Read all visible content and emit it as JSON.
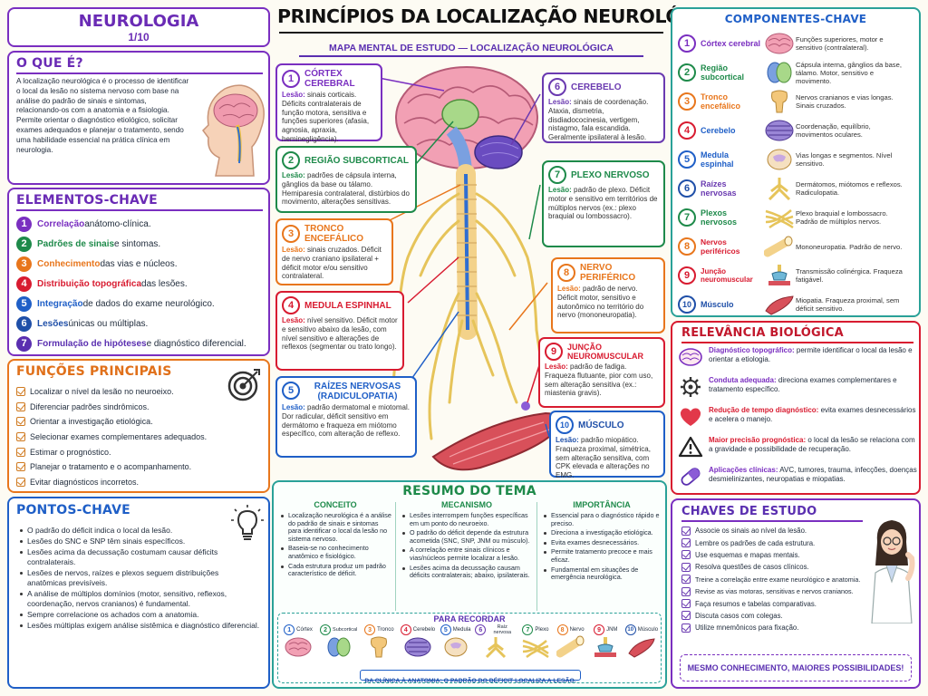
{
  "header": {
    "main_title": "PRINCÍPIOS DA LOCALIZAÇÃO NEUROLÓGICA",
    "subtitle": "MAPA MENTAL DE ESTUDO — LOCALIZAÇÃO NEUROLÓGICA",
    "series": "NEUROLOGIA",
    "page": "1/10"
  },
  "oque": {
    "title": "O QUE É?",
    "text": "A localização neurológica é o processo de identificar o local da lesão no sistema nervoso com base na análise do padrão de sinais e sintomas, relacionando-os com a anatomia e a fisiologia. Permite orientar o diagnóstico etiológico, solicitar exames adequados e planejar o tratamento, sendo uma habilidade essencial na prática clínica em neurologia."
  },
  "elementos": {
    "title": "ELEMENTOS-CHAVE",
    "items": [
      {
        "n": "1",
        "bold": "Correlação",
        "rest": " anátomo-clínica."
      },
      {
        "n": "2",
        "bold": "Padrões de sinais",
        "rest": " e sintomas."
      },
      {
        "n": "3",
        "bold": "Conhecimento",
        "rest": " das vias e núcleos."
      },
      {
        "n": "4",
        "bold": "Distribuição topográfica",
        "rest": " das lesões."
      },
      {
        "n": "5",
        "bold": "Integração",
        "rest": " de dados do exame neurológico."
      },
      {
        "n": "6",
        "bold": "Lesões",
        "rest": " únicas ou múltiplas."
      },
      {
        "n": "7",
        "bold": "Formulação de hipóteses",
        "rest": " e diagnóstico diferencial."
      }
    ]
  },
  "funcoes": {
    "title": "FUNÇÕES PRINCIPAIS",
    "items": [
      "Localizar o nível da lesão no neuroeixo.",
      "Diferenciar padrões sindrômicos.",
      "Orientar a investigação etiológica.",
      "Selecionar exames complementares adequados.",
      "Estimar o prognóstico.",
      "Planejar o tratamento e o acompanhamento.",
      "Evitar diagnósticos incorretos."
    ]
  },
  "pontos": {
    "title": "PONTOS-CHAVE",
    "items": [
      "O padrão do déficit indica o local da lesão.",
      "Lesões do SNC e SNP têm sinais específicos.",
      "Lesões acima da decussação costumam causar déficits contralaterais.",
      "Lesões de nervos, raízes e plexos seguem distribuições anatômicas previsíveis.",
      "A análise de múltiplos domínios (motor, sensitivo, reflexos, coordenação, nervos cranianos) é fundamental.",
      "Sempre correlacione os achados com a anatomia.",
      "Lesões múltiplas exigem análise sistêmica e diagnóstico diferencial."
    ]
  },
  "callouts": [
    {
      "n": "1",
      "title": "CÓRTEX CEREBRAL",
      "lesao": "Lesão:",
      "text": " sinais corticais. Déficits contralaterais de função motora, sensitiva e funções superiores (afasia, agnosia, apraxia, heminegligência)."
    },
    {
      "n": "2",
      "title": "REGIÃO SUBCORTICAL",
      "lesao": "Lesão:",
      "text": " padrões de cápsula interna, gânglios da base ou tálamo. Hemiparesia contralateral, distúrbios do movimento, alterações sensitivas."
    },
    {
      "n": "3",
      "title": "TRONCO ENCEFÁLICO",
      "lesao": "Lesão:",
      "text": " sinais cruzados. Déficit de nervo craniano ipsilateral + déficit motor e/ou sensitivo contralateral."
    },
    {
      "n": "4",
      "title": "MEDULA ESPINHAL",
      "lesao": "Lesão:",
      "text": " nível sensitivo. Déficit motor e sensitivo abaixo da lesão, com nível sensitivo e alterações de reflexos (segmentar ou trato longo)."
    },
    {
      "n": "5",
      "title": "RAÍZES NERVOSAS (RADICULOPATIA)",
      "lesao": "Lesão:",
      "text": " padrão dermatomal e miotomal. Dor radicular, déficit sensitivo em dermátomo e fraqueza em miótomo específico, com alteração de reflexo."
    },
    {
      "n": "6",
      "title": "CEREBELO",
      "lesao": "Lesão:",
      "text": " sinais de coordenação. Ataxia, dismetria, disdiadococinesia, vertigem, nistagmo, fala escandida. Geralmente ipsilateral à lesão."
    },
    {
      "n": "7",
      "title": "PLEXO NERVOSO",
      "lesao": "Lesão:",
      "text": " padrão de plexo. Déficit motor e sensitivo em territórios de múltiplos nervos (ex.: plexo braquial ou lombossacro)."
    },
    {
      "n": "8",
      "title": "NERVO PERIFÉRICO",
      "lesao": "Lesão:",
      "text": " padrão de nervo. Déficit motor, sensitivo e autonômico no território do nervo (mononeuropatia)."
    },
    {
      "n": "9",
      "title": "JUNÇÃO NEUROMUSCULAR",
      "lesao": "Lesão:",
      "text": " padrão de fadiga. Fraqueza flutuante, pior com uso, sem alteração sensitiva (ex.: miastenia gravis)."
    },
    {
      "n": "10",
      "title": "MÚSCULO",
      "lesao": "Lesão:",
      "text": " padrão miopático. Fraqueza proximal, simétrica, sem alteração sensitiva, com CPK elevada e alterações no EMG."
    }
  ],
  "componentes": {
    "title": "COMPONENTES-CHAVE",
    "items": [
      {
        "n": "1",
        "name": "Córtex cerebral",
        "desc": "Funções superiores, motor e sensitivo (contralateral)."
      },
      {
        "n": "2",
        "name": "Região subcortical",
        "desc": "Cápsula interna, gânglios da base, tálamo. Motor, sensitivo e movimento."
      },
      {
        "n": "3",
        "name": "Tronco encefálico",
        "desc": "Nervos cranianos e vias longas. Sinais cruzados."
      },
      {
        "n": "4",
        "name": "Cerebelo",
        "desc": "Coordenação, equilíbrio, movimentos oculares."
      },
      {
        "n": "5",
        "name": "Medula espinhal",
        "desc": "Vias longas e segmentos. Nível sensitivo."
      },
      {
        "n": "6",
        "name": "Raízes nervosas",
        "desc": "Dermátomos, miótomos e reflexos. Radiculopatia."
      },
      {
        "n": "7",
        "name": "Plexos nervosos",
        "desc": "Plexo braquial e lombossacro. Padrão de múltiplos nervos."
      },
      {
        "n": "8",
        "name": "Nervos periféricos",
        "desc": "Mononeuropatia. Padrão de nervo."
      },
      {
        "n": "9",
        "name": "Junção neuromuscular",
        "desc": "Transmissão colinérgica. Fraqueza fatigável."
      },
      {
        "n": "10",
        "name": "Músculo",
        "desc": "Miopatia. Fraqueza proximal, sem déficit sensitivo."
      }
    ]
  },
  "relevancia": {
    "title": "RELEVÂNCIA BIOLÓGICA",
    "items": [
      {
        "bold": "Diagnóstico topográfico:",
        "text": " permite identificar o local da lesão e orientar a etiologia."
      },
      {
        "bold": "Conduta adequada:",
        "text": " direciona exames complementares e tratamento específico."
      },
      {
        "bold": "Redução de tempo diagnóstico:",
        "text": " evita exames desnecessários e acelera o manejo."
      },
      {
        "bold": "Maior precisão prognóstica:",
        "text": " o local da lesão se relaciona com a gravidade e possibilidade de recuperação."
      },
      {
        "bold": "Aplicações clínicas:",
        "text": " AVC, tumores, trauma, infecções, doenças desmielinizantes, neuropatias e miopatias."
      }
    ]
  },
  "chaves": {
    "title": "CHAVES DE ESTUDO",
    "items": [
      "Associe os sinais ao nível da lesão.",
      "Lembre os padrões de cada estrutura.",
      "Use esquemas e mapas mentais.",
      "Resolva questões de casos clínicos.",
      "Treine a correlação entre exame neurológico e anatomia.",
      "Revise as vias motoras, sensitivas e nervos cranianos.",
      "Faça resumos e tabelas comparativas.",
      "Discuta casos com colegas.",
      "Utilize mnemônicos para fixação."
    ],
    "footer": "MESMO CONHECIMENTO, MAIORES POSSIBILIDADES!"
  },
  "resumo": {
    "title": "RESUMO DO TEMA",
    "cols": [
      {
        "title": "CONCEITO",
        "items": [
          "Localização neurológica é a análise do padrão de sinais e sintomas para identificar o local da lesão no sistema nervoso.",
          "Baseia-se no conhecimento anatômico e fisiológico.",
          "Cada estrutura produz um padrão característico de déficit."
        ]
      },
      {
        "title": "MECANISMO",
        "items": [
          "Lesões interrompem funções específicas em um ponto do neuroeixo.",
          "O padrão do déficit depende da estrutura acometida (SNC, SNP, JNM ou músculo).",
          "A correlação entre sinais clínicos e vias/núcleos permite localizar a lesão.",
          "Lesões acima da decussação causam déficits contralaterais; abaixo, ipsilaterais."
        ]
      },
      {
        "title": "IMPORTÂNCIA",
        "items": [
          "Essencial para o diagnóstico rápido e preciso.",
          "Direciona a investigação etiológica.",
          "Evita exames desnecessários.",
          "Permite tratamento precoce e mais eficaz.",
          "Fundamental em situações de emergência neurológica."
        ]
      }
    ]
  },
  "recordar": {
    "title": "PARA RECORDAR",
    "items": [
      {
        "n": "1",
        "l": "Córtex"
      },
      {
        "n": "2",
        "l": "Subcortical"
      },
      {
        "n": "3",
        "l": "Tronco"
      },
      {
        "n": "4",
        "l": "Cerebelo"
      },
      {
        "n": "5",
        "l": "Medula"
      },
      {
        "n": "6",
        "l": "Raíz nervosa"
      },
      {
        "n": "7",
        "l": "Plexo"
      },
      {
        "n": "8",
        "l": "Nervo"
      },
      {
        "n": "9",
        "l": "JNM"
      },
      {
        "n": "10",
        "l": "Músculo"
      }
    ],
    "footer": "DA CLÍNICA À ANATOMIA: O PADRÃO DO DÉFICIT LOCALIZA A LESÃO."
  },
  "colors": {
    "purple": "#7a2fc0",
    "green": "#1e8a4a",
    "orange": "#e8761c",
    "red": "#d81b30",
    "blue": "#1f5fc7",
    "teal": "#2aa198"
  }
}
